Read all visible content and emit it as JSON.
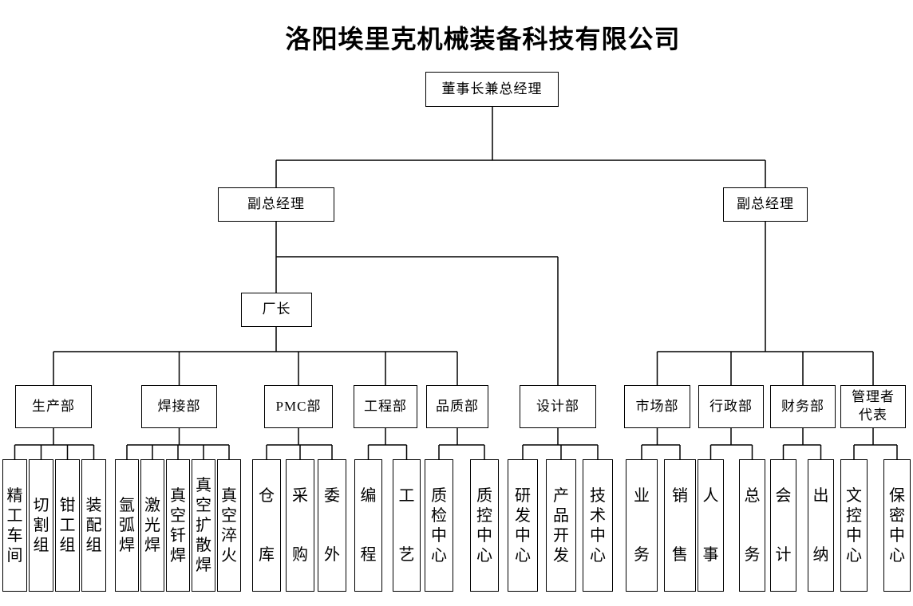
{
  "title": "洛阳埃里克机械装备科技有限公司",
  "nodes": {
    "chairman": {
      "label": "董事长兼总经理",
      "children": [
        "deputy-left",
        "deputy-right"
      ]
    },
    "deputy-left": {
      "label": "副总经理",
      "children": [
        "factory-director",
        "design-dept"
      ]
    },
    "deputy-right": {
      "label": "副总经理",
      "children": [
        "marketing-dept",
        "admin-dept",
        "finance-dept",
        "mgmt-rep"
      ]
    },
    "factory-director": {
      "label": "厂长",
      "children": [
        "production-dept",
        "welding-dept",
        "pmc-dept",
        "engineering-dept",
        "quality-dept"
      ]
    },
    "production-dept": {
      "label": "生产部",
      "children": [
        "jinggong-workshop",
        "cutting-group",
        "fitter-group",
        "assembly-group"
      ]
    },
    "welding-dept": {
      "label": "焊接部",
      "children": [
        "argon-arc-welding",
        "laser-welding",
        "vacuum-brazing",
        "vacuum-diffusion-welding",
        "vacuum-quenching"
      ]
    },
    "pmc-dept": {
      "label": "PMC部",
      "children": [
        "warehouse",
        "purchasing",
        "outsourcing"
      ]
    },
    "engineering-dept": {
      "label": "工程部",
      "children": [
        "programming",
        "process"
      ]
    },
    "quality-dept": {
      "label": "品质部",
      "children": [
        "quality-inspection-center",
        "quality-control-center"
      ]
    },
    "design-dept": {
      "label": "设计部",
      "children": [
        "rd-center",
        "product-development",
        "technology-center"
      ]
    },
    "marketing-dept": {
      "label": "市场部",
      "children": [
        "sales-biz",
        "sales"
      ]
    },
    "admin-dept": {
      "label": "行政部",
      "children": [
        "hr",
        "general-affairs"
      ]
    },
    "finance-dept": {
      "label": "财务部",
      "children": [
        "document",
        "x"
      ],
      "children_note": ""
    },
    "mgmt-rep": {
      "label": "管理者代表",
      "children": [
        "document-control-center",
        "confidentiality-center"
      ]
    },
    "jinggong-workshop": {
      "label": "精工车间"
    },
    "cutting-group": {
      "label": "切割组"
    },
    "fitter-group": {
      "label": "钳工组"
    },
    "assembly-group": {
      "label": "装配组"
    },
    "argon-arc-welding": {
      "label": "氩弧焊"
    },
    "laser-welding": {
      "label": "激光焊"
    },
    "vacuum-brazing": {
      "label": "真空钎焊"
    },
    "vacuum-diffusion-welding": {
      "label": "真空扩散焊"
    },
    "vacuum-quenching": {
      "label": "真空淬火"
    },
    "warehouse": {
      "label": "仓库"
    },
    "purchasing": {
      "label": "采购"
    },
    "outsourcing": {
      "label": "委外"
    },
    "programming": {
      "label": "编程"
    },
    "process": {
      "label": "工艺"
    },
    "quality-inspection-center": {
      "label": "质检中心"
    },
    "quality-control-center": {
      "label": "质控中心"
    },
    "rd-center": {
      "label": "研发中心"
    },
    "product-development": {
      "label": "产品开发"
    },
    "technology-center": {
      "label": "技术中心"
    },
    "sales-biz": {
      "label": "业务"
    },
    "sales": {
      "label": "销售"
    },
    "hr": {
      "label": "人事"
    },
    "general-affairs": {
      "label": "总务"
    },
    "accounting": {
      "label": "会计"
    },
    "cashier": {
      "label": "出纳"
    },
    "document-control-center": {
      "label": "文控中心"
    },
    "confidentiality-center": {
      "label": "保密中心"
    }
  },
  "colors": {
    "line": "#000000",
    "box_border": "#000000",
    "background": "#ffffff",
    "text": "#000000"
  }
}
